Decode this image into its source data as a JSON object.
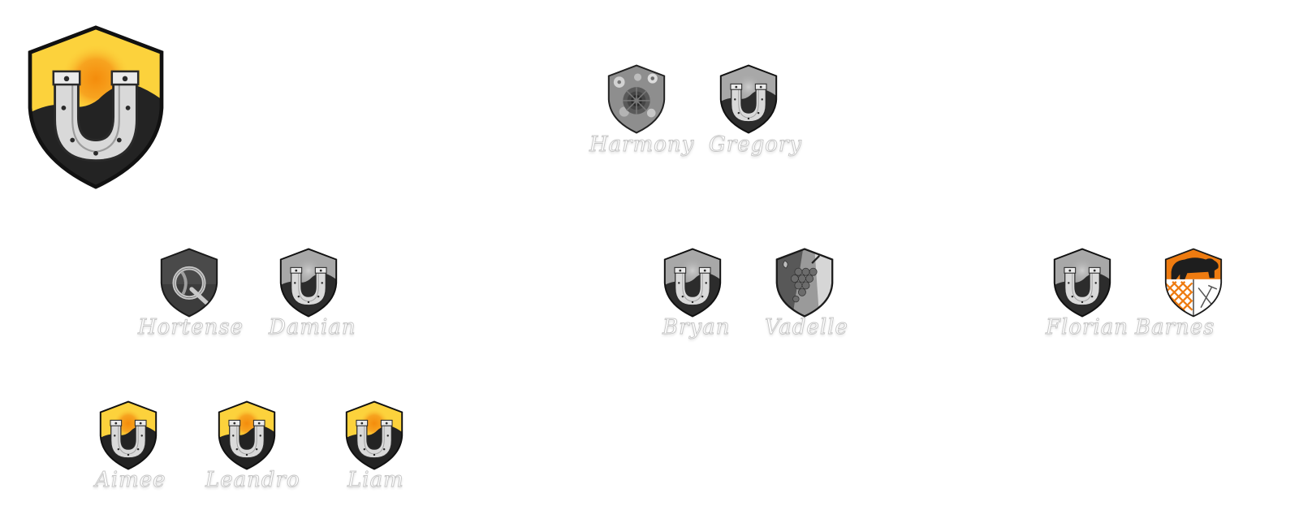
{
  "crests": [
    {
      "name": "Harmony",
      "design": "flowers",
      "colorized": false
    },
    {
      "name": "Gregory",
      "design": "horseshoe",
      "colorized": false
    },
    {
      "name": "Hortense",
      "design": "q-letter",
      "colorized": false
    },
    {
      "name": "Damian",
      "design": "horseshoe",
      "colorized": false
    },
    {
      "name": "Bryan",
      "design": "horseshoe",
      "colorized": false
    },
    {
      "name": "Vadelle",
      "design": "grapes",
      "colorized": false
    },
    {
      "name": "Florian",
      "design": "horseshoe",
      "colorized": false
    },
    {
      "name": "Barnes",
      "design": "bear",
      "colorized": true
    },
    {
      "name": "Aimee",
      "design": "horseshoe",
      "colorized": true
    },
    {
      "name": "Leandro",
      "design": "horseshoe",
      "colorized": true
    },
    {
      "name": "Liam",
      "design": "horseshoe",
      "colorized": true
    }
  ],
  "colors": {
    "gold": "#fcd23c",
    "sun": "#f39214",
    "dark": "#232323",
    "grey_light": "#a8a8a8",
    "grey_dark": "#2c2c2c",
    "bear_orange": "#ee7b10",
    "outline": "#111111"
  }
}
